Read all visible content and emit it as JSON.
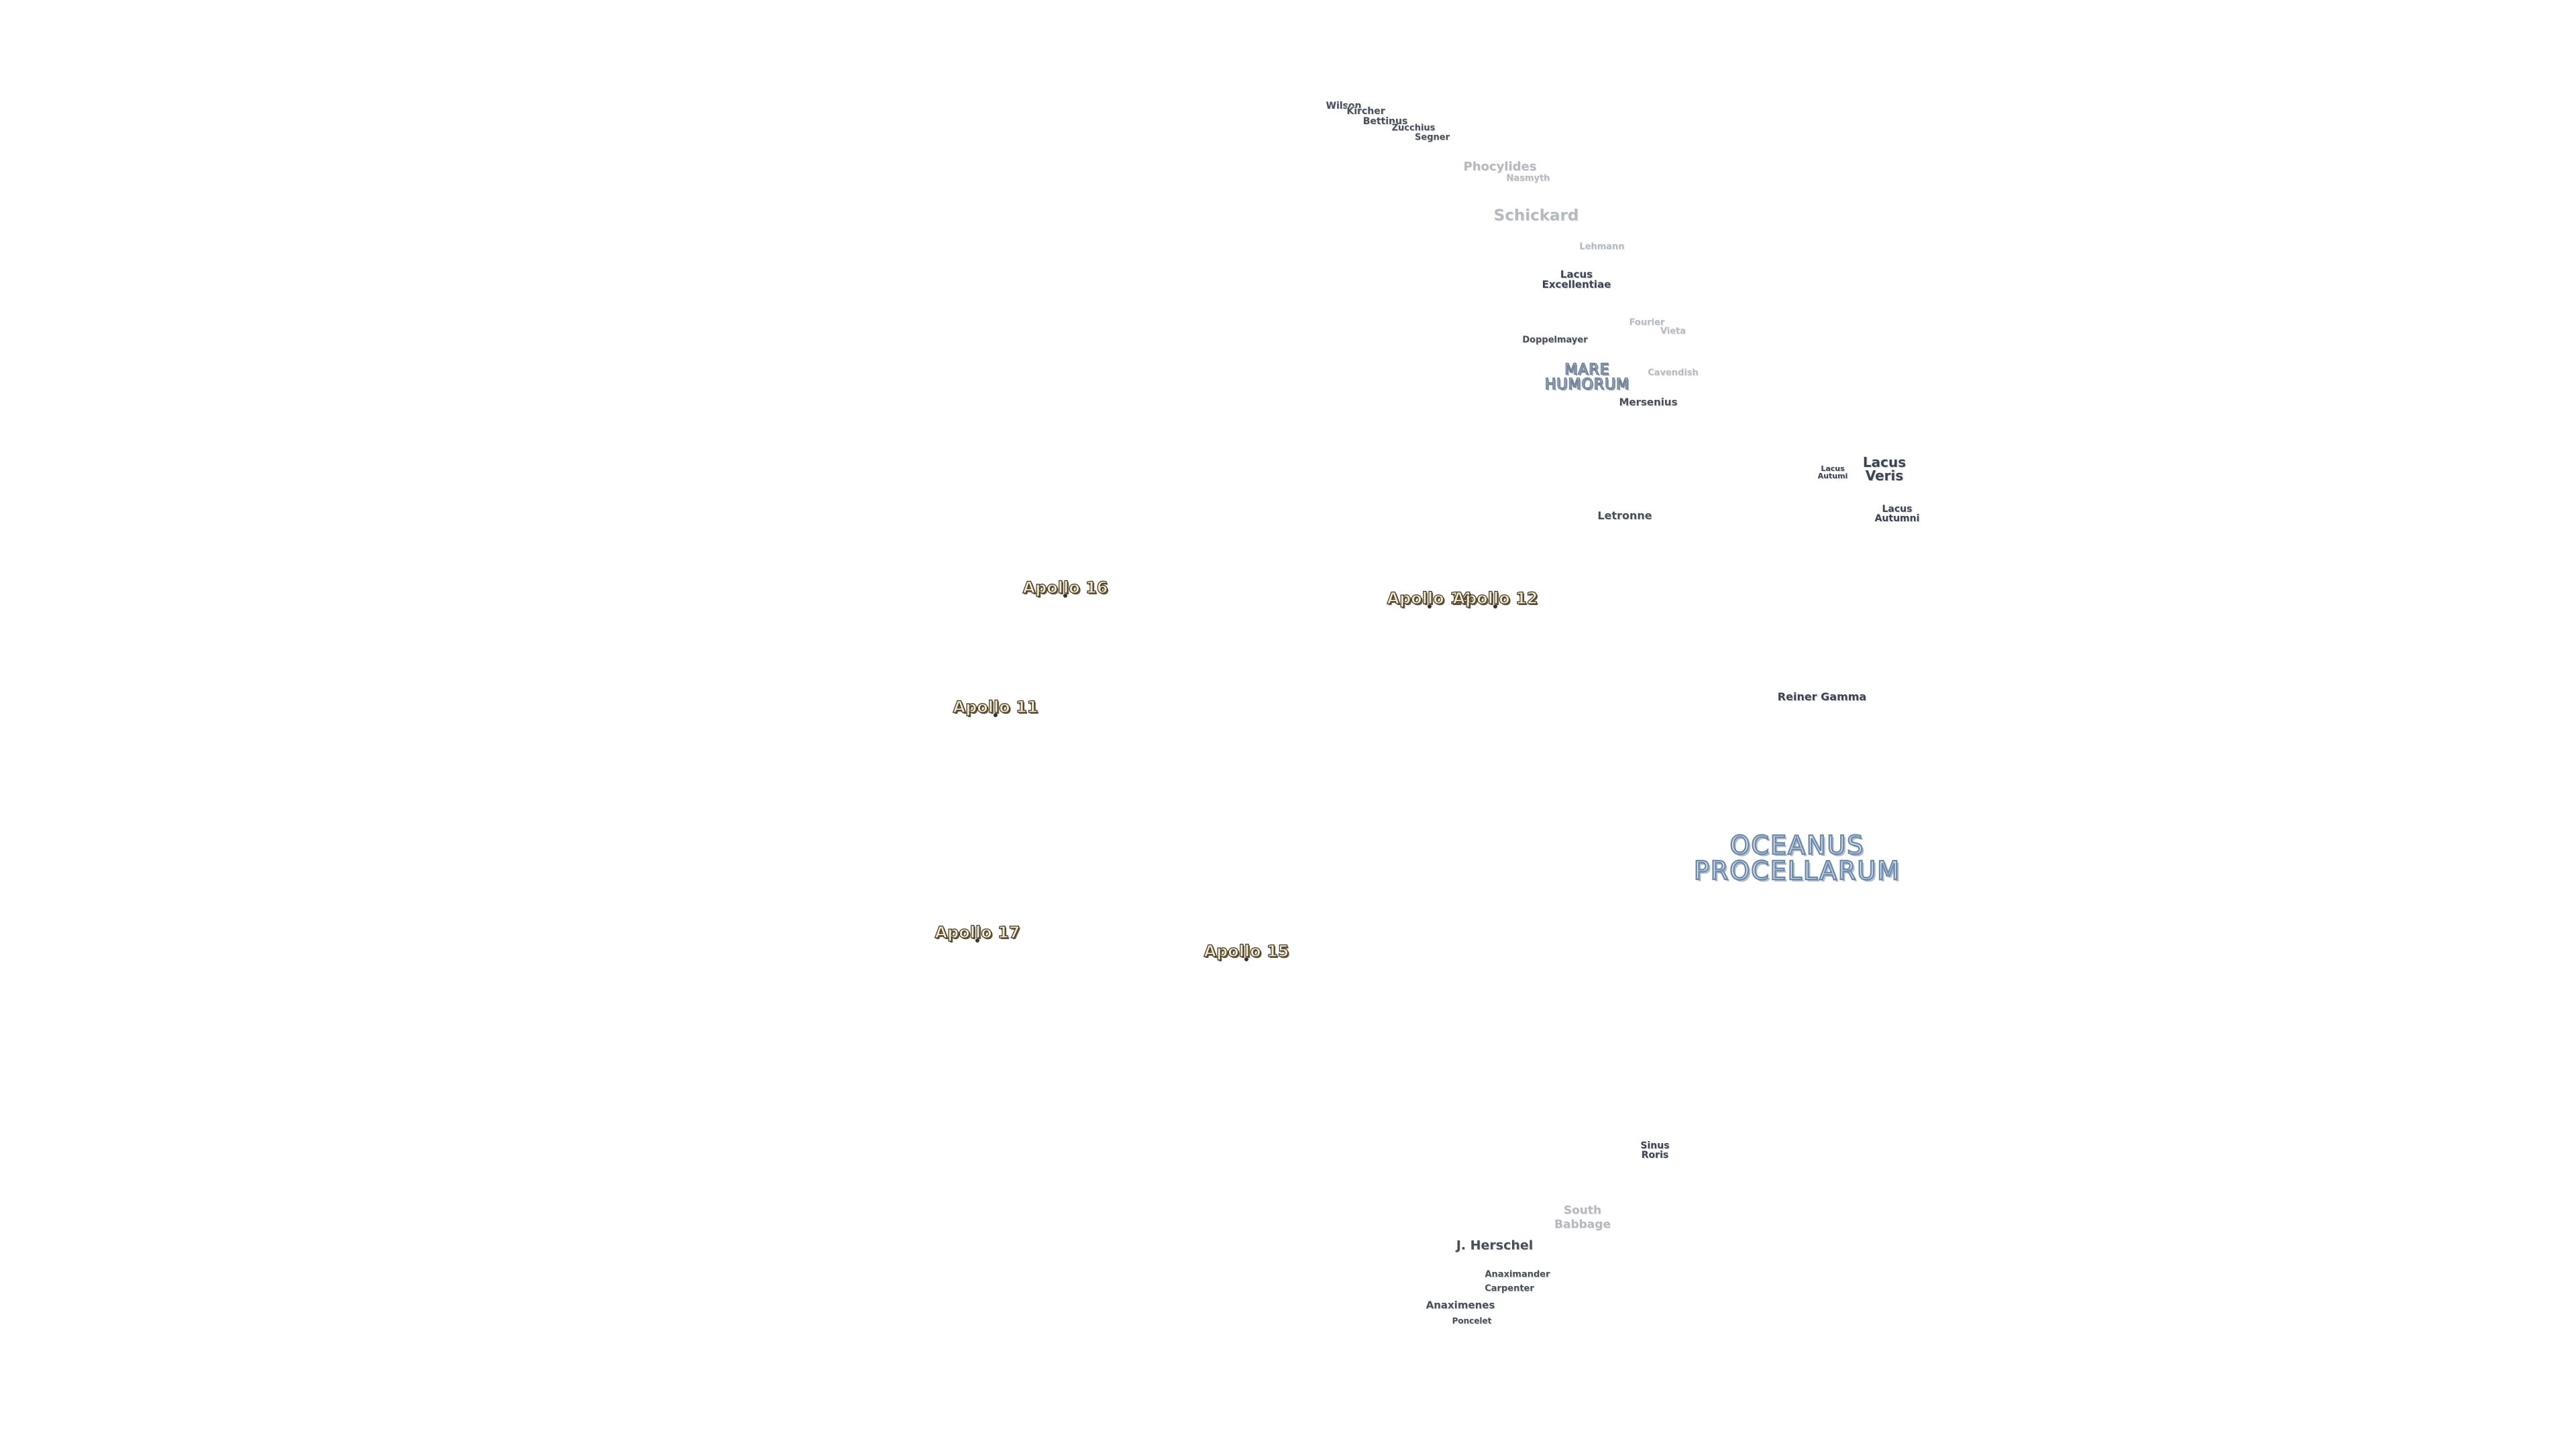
{
  "map": {
    "labels": [
      {
        "id": "wilson",
        "text": "Wilson",
        "style": "dark",
        "size": 14
      },
      {
        "id": "kircher",
        "text": "Kircher",
        "style": "dark",
        "size": 14
      },
      {
        "id": "bettinus",
        "text": "Bettinus",
        "style": "dark",
        "size": 14
      },
      {
        "id": "zucchius",
        "text": "Zucchius",
        "style": "dark",
        "size": 13
      },
      {
        "id": "segner",
        "text": "Segner",
        "style": "dark",
        "size": 13
      },
      {
        "id": "phocylides",
        "text": "Phocylides",
        "style": "faint",
        "size": 18
      },
      {
        "id": "nasmyth",
        "text": "Nasmyth",
        "style": "faint",
        "size": 13
      },
      {
        "id": "schickard",
        "text": "Schickard",
        "style": "faint",
        "size": 23
      },
      {
        "id": "lehmann",
        "text": "Lehmann",
        "style": "faint",
        "size": 13
      },
      {
        "id": "lacus-excellentiae",
        "text": "Lacus\nExcellentiae",
        "style": "lacus",
        "size": 15
      },
      {
        "id": "fourier",
        "text": "Fourier",
        "style": "faint",
        "size": 13
      },
      {
        "id": "vieta",
        "text": "Vieta",
        "style": "faint",
        "size": 13
      },
      {
        "id": "doppelmayer",
        "text": "Doppelmayer",
        "style": "dark",
        "size": 13
      },
      {
        "id": "mare-humorum",
        "text": "MARE\nHUMORUM",
        "style": "mare",
        "size": 22
      },
      {
        "id": "cavendish",
        "text": "Cavendish",
        "style": "faint",
        "size": 13
      },
      {
        "id": "mersenius",
        "text": "Mersenius",
        "style": "dark",
        "size": 15
      },
      {
        "id": "lacus-autumni-small",
        "text": "Lacus\nAutumi",
        "style": "lacus",
        "size": 11
      },
      {
        "id": "lacus-veris",
        "text": "Lacus\nVeris",
        "style": "lacus",
        "size": 20
      },
      {
        "id": "lacus-autumni",
        "text": "Lacus\nAutumni",
        "style": "lacus",
        "size": 14
      },
      {
        "id": "letronne",
        "text": "Letronne",
        "style": "dark",
        "size": 16
      },
      {
        "id": "reiner-gamma",
        "text": "Reiner Gamma",
        "style": "lacus",
        "size": 16
      },
      {
        "id": "oceanus-procellarum",
        "text": "OCEANUS\nPROCELLARUM",
        "style": "mare-big",
        "size": 38
      },
      {
        "id": "sinus-roris",
        "text": "Sinus\nRoris",
        "style": "lacus",
        "size": 14
      },
      {
        "id": "south",
        "text": "South",
        "style": "faint",
        "size": 17
      },
      {
        "id": "babbage",
        "text": "Babbage",
        "style": "faint",
        "size": 17
      },
      {
        "id": "j-herschel",
        "text": "J. Herschel",
        "style": "dark",
        "size": 19
      },
      {
        "id": "anaximander",
        "text": "Anaximander",
        "style": "dark",
        "size": 13
      },
      {
        "id": "carpenter",
        "text": "Carpenter",
        "style": "dark",
        "size": 13
      },
      {
        "id": "anaximenes",
        "text": "Anaximenes",
        "style": "dark",
        "size": 15
      },
      {
        "id": "poncelet",
        "text": "Poncelet",
        "style": "dark",
        "size": 12
      }
    ],
    "landing_sites": [
      {
        "id": "apollo-16",
        "text": "Apollo 16"
      },
      {
        "id": "apollo-14",
        "text": "Apollo 14"
      },
      {
        "id": "apollo-12",
        "text": "Apollo 12"
      },
      {
        "id": "apollo-11",
        "text": "Apollo 11"
      },
      {
        "id": "apollo-17",
        "text": "Apollo 17"
      },
      {
        "id": "apollo-15",
        "text": "Apollo 15"
      }
    ],
    "colors": {
      "background": "#ffffff",
      "apollo_fill": "#f3e8c6",
      "mare_outline": "#6f8bab"
    }
  }
}
